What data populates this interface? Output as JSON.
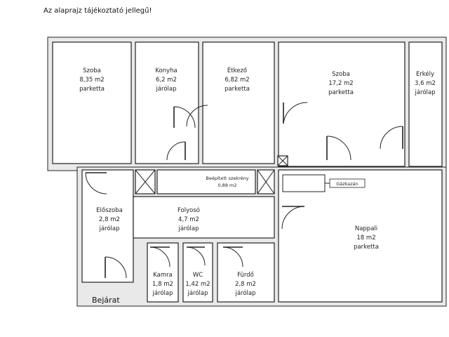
{
  "note": "Az alaprajz tájékoztató jellegű!",
  "entrance": "Bejárat",
  "rooms": {
    "szoba1": {
      "name": "Szoba",
      "area": "8,35 m2",
      "floor": "parketta"
    },
    "konyha": {
      "name": "Konyha",
      "area": "6,2 m2",
      "floor": "járólap"
    },
    "etkezo": {
      "name": "Étkező",
      "area": "6,82 m2",
      "floor": "parketta"
    },
    "szoba2": {
      "name": "Szoba",
      "area": "17,2 m2",
      "floor": "parketta"
    },
    "erkely": {
      "name": "Erkély",
      "area": "3,6 m2",
      "floor": "járólap"
    },
    "eloszoba": {
      "name": "Előszoba",
      "area": "2,8 m2",
      "floor": "járólap"
    },
    "folyoso": {
      "name": "Folyosó",
      "area": "4,7 m2",
      "floor": "járólap"
    },
    "szertar": {
      "name": "Beépített szekrény",
      "area": "0,88 m2"
    },
    "nappali": {
      "name": "Nappali",
      "area": "18 m2",
      "floor": "parketta"
    },
    "kamra": {
      "name": "Kamra",
      "area": "1,8 m2",
      "floor": "járólap"
    },
    "wc": {
      "name": "WC",
      "area": "1,42 m2",
      "floor": "járólap"
    },
    "furdo": {
      "name": "Fürdő",
      "area": "2,8 m2",
      "floor": "járólap"
    }
  },
  "heater_label": "Gázkazán"
}
